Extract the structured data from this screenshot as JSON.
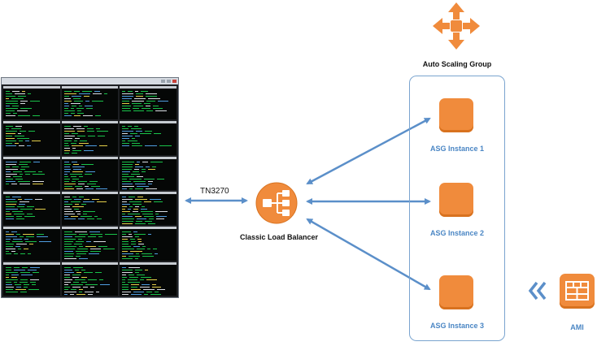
{
  "edge_label": "TN3270",
  "load_balancer": {
    "label": "Classic Load Balancer"
  },
  "asg": {
    "title": "Auto Scaling Group",
    "instances": [
      {
        "label": "ASG Instance 1"
      },
      {
        "label": "ASG Instance 2"
      },
      {
        "label": "ASG Instance 3"
      }
    ]
  },
  "ami": {
    "label": "AMI"
  },
  "colors": {
    "aws_orange": "#f08b3c",
    "arrow_blue": "#5b8fc9",
    "label_blue": "#4a86c4",
    "terminal_green": "#19c24a"
  },
  "icons": {
    "load_balancer": "load-balancer-icon",
    "auto_scaling": "auto-scaling-icon",
    "instance": "ec2-instance-icon",
    "ami": "ami-icon",
    "chevron": "double-chevron-left-icon"
  }
}
